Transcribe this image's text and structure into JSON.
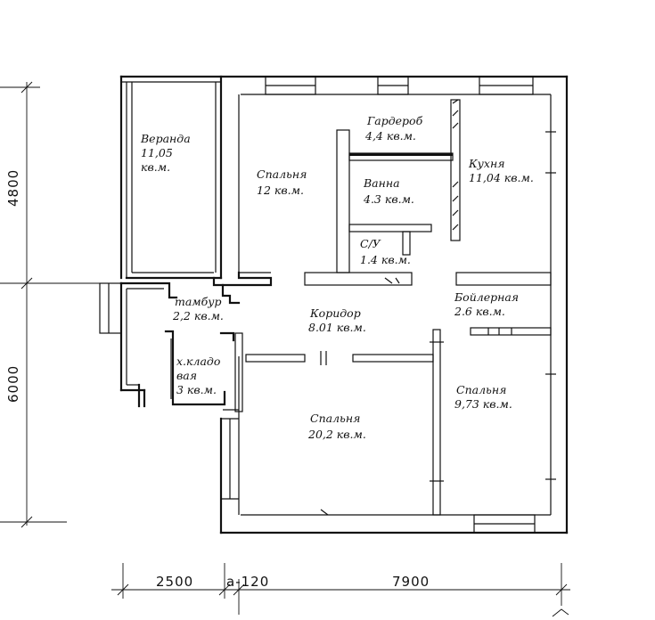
{
  "rooms": {
    "veranda": {
      "name": "Веранда",
      "area_value": "11,05",
      "unit": "кв.м."
    },
    "bedroom_top": {
      "name": "Спальня",
      "area": "12 кв.м."
    },
    "wardrobe": {
      "name": "Гардероб",
      "area": "4,4 кв.м."
    },
    "bath": {
      "name": "Ванна",
      "area": "4.3 кв.м."
    },
    "wc": {
      "name": "С/У",
      "area": "1.4 кв.м."
    },
    "kitchen": {
      "name": "Кухня",
      "area": "11,04 кв.м."
    },
    "vestibule": {
      "name": "тамбур",
      "area": "2,2 кв.м."
    },
    "corridor": {
      "name": "Коридор",
      "area": "8.01 кв.м."
    },
    "boiler": {
      "name": "Бойлерная",
      "area": "2.6 кв.м."
    },
    "pantry": {
      "name_line1": "х.кладо",
      "name_line2": "вая",
      "area": "3 кв.м."
    },
    "bedroom_big": {
      "name": "Спальня",
      "area": "20,2 кв.м."
    },
    "bedroom_right": {
      "name": "Спальня",
      "area": "9,73 кв.м."
    }
  },
  "dimensions": {
    "vertical_top": "4800",
    "vertical_bottom": "6000",
    "horizontal_left": "2500",
    "horizontal_mid": "a-120",
    "horizontal_right": "7900"
  }
}
